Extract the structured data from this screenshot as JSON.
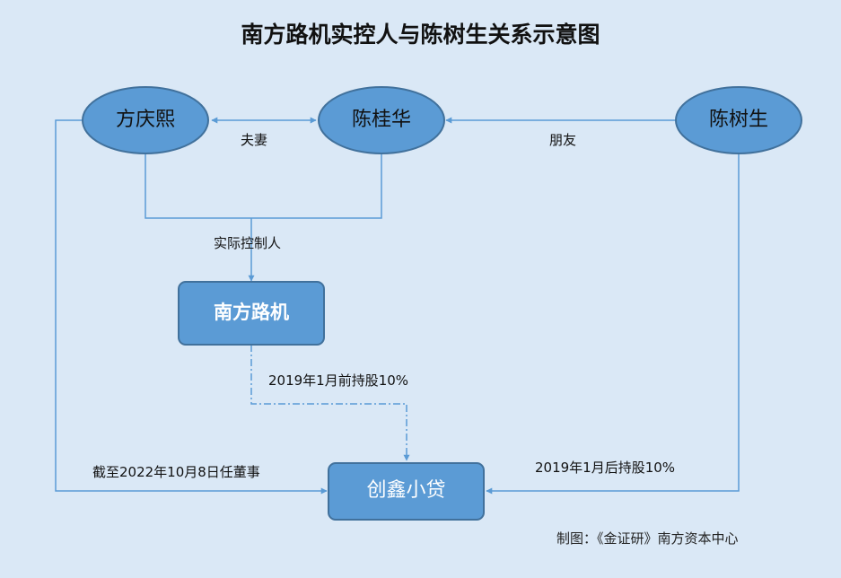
{
  "title": "南方路机实控人与陈树生关系示意图",
  "colors": {
    "background": "#dae8f6",
    "node_fill": "#5b9bd5",
    "node_stroke": "#41719c",
    "line": "#5b9bd5"
  },
  "nodes": {
    "fang_qingxi": "方庆熙",
    "chen_guihua": "陈桂华",
    "chen_shusheng": "陈树生",
    "nanfang_luji": "南方路机",
    "chuangxin_xiaodai": "创鑫小贷"
  },
  "edges": {
    "spouse": "夫妻",
    "friend": "朋友",
    "actual_controller": "实际控制人",
    "held_before": "2019年1月前持股10%",
    "held_after": "2019年1月后持股10%",
    "director_until": "截至2022年10月8日任董事"
  },
  "credit": "制图：《金证研》南方资本中心"
}
